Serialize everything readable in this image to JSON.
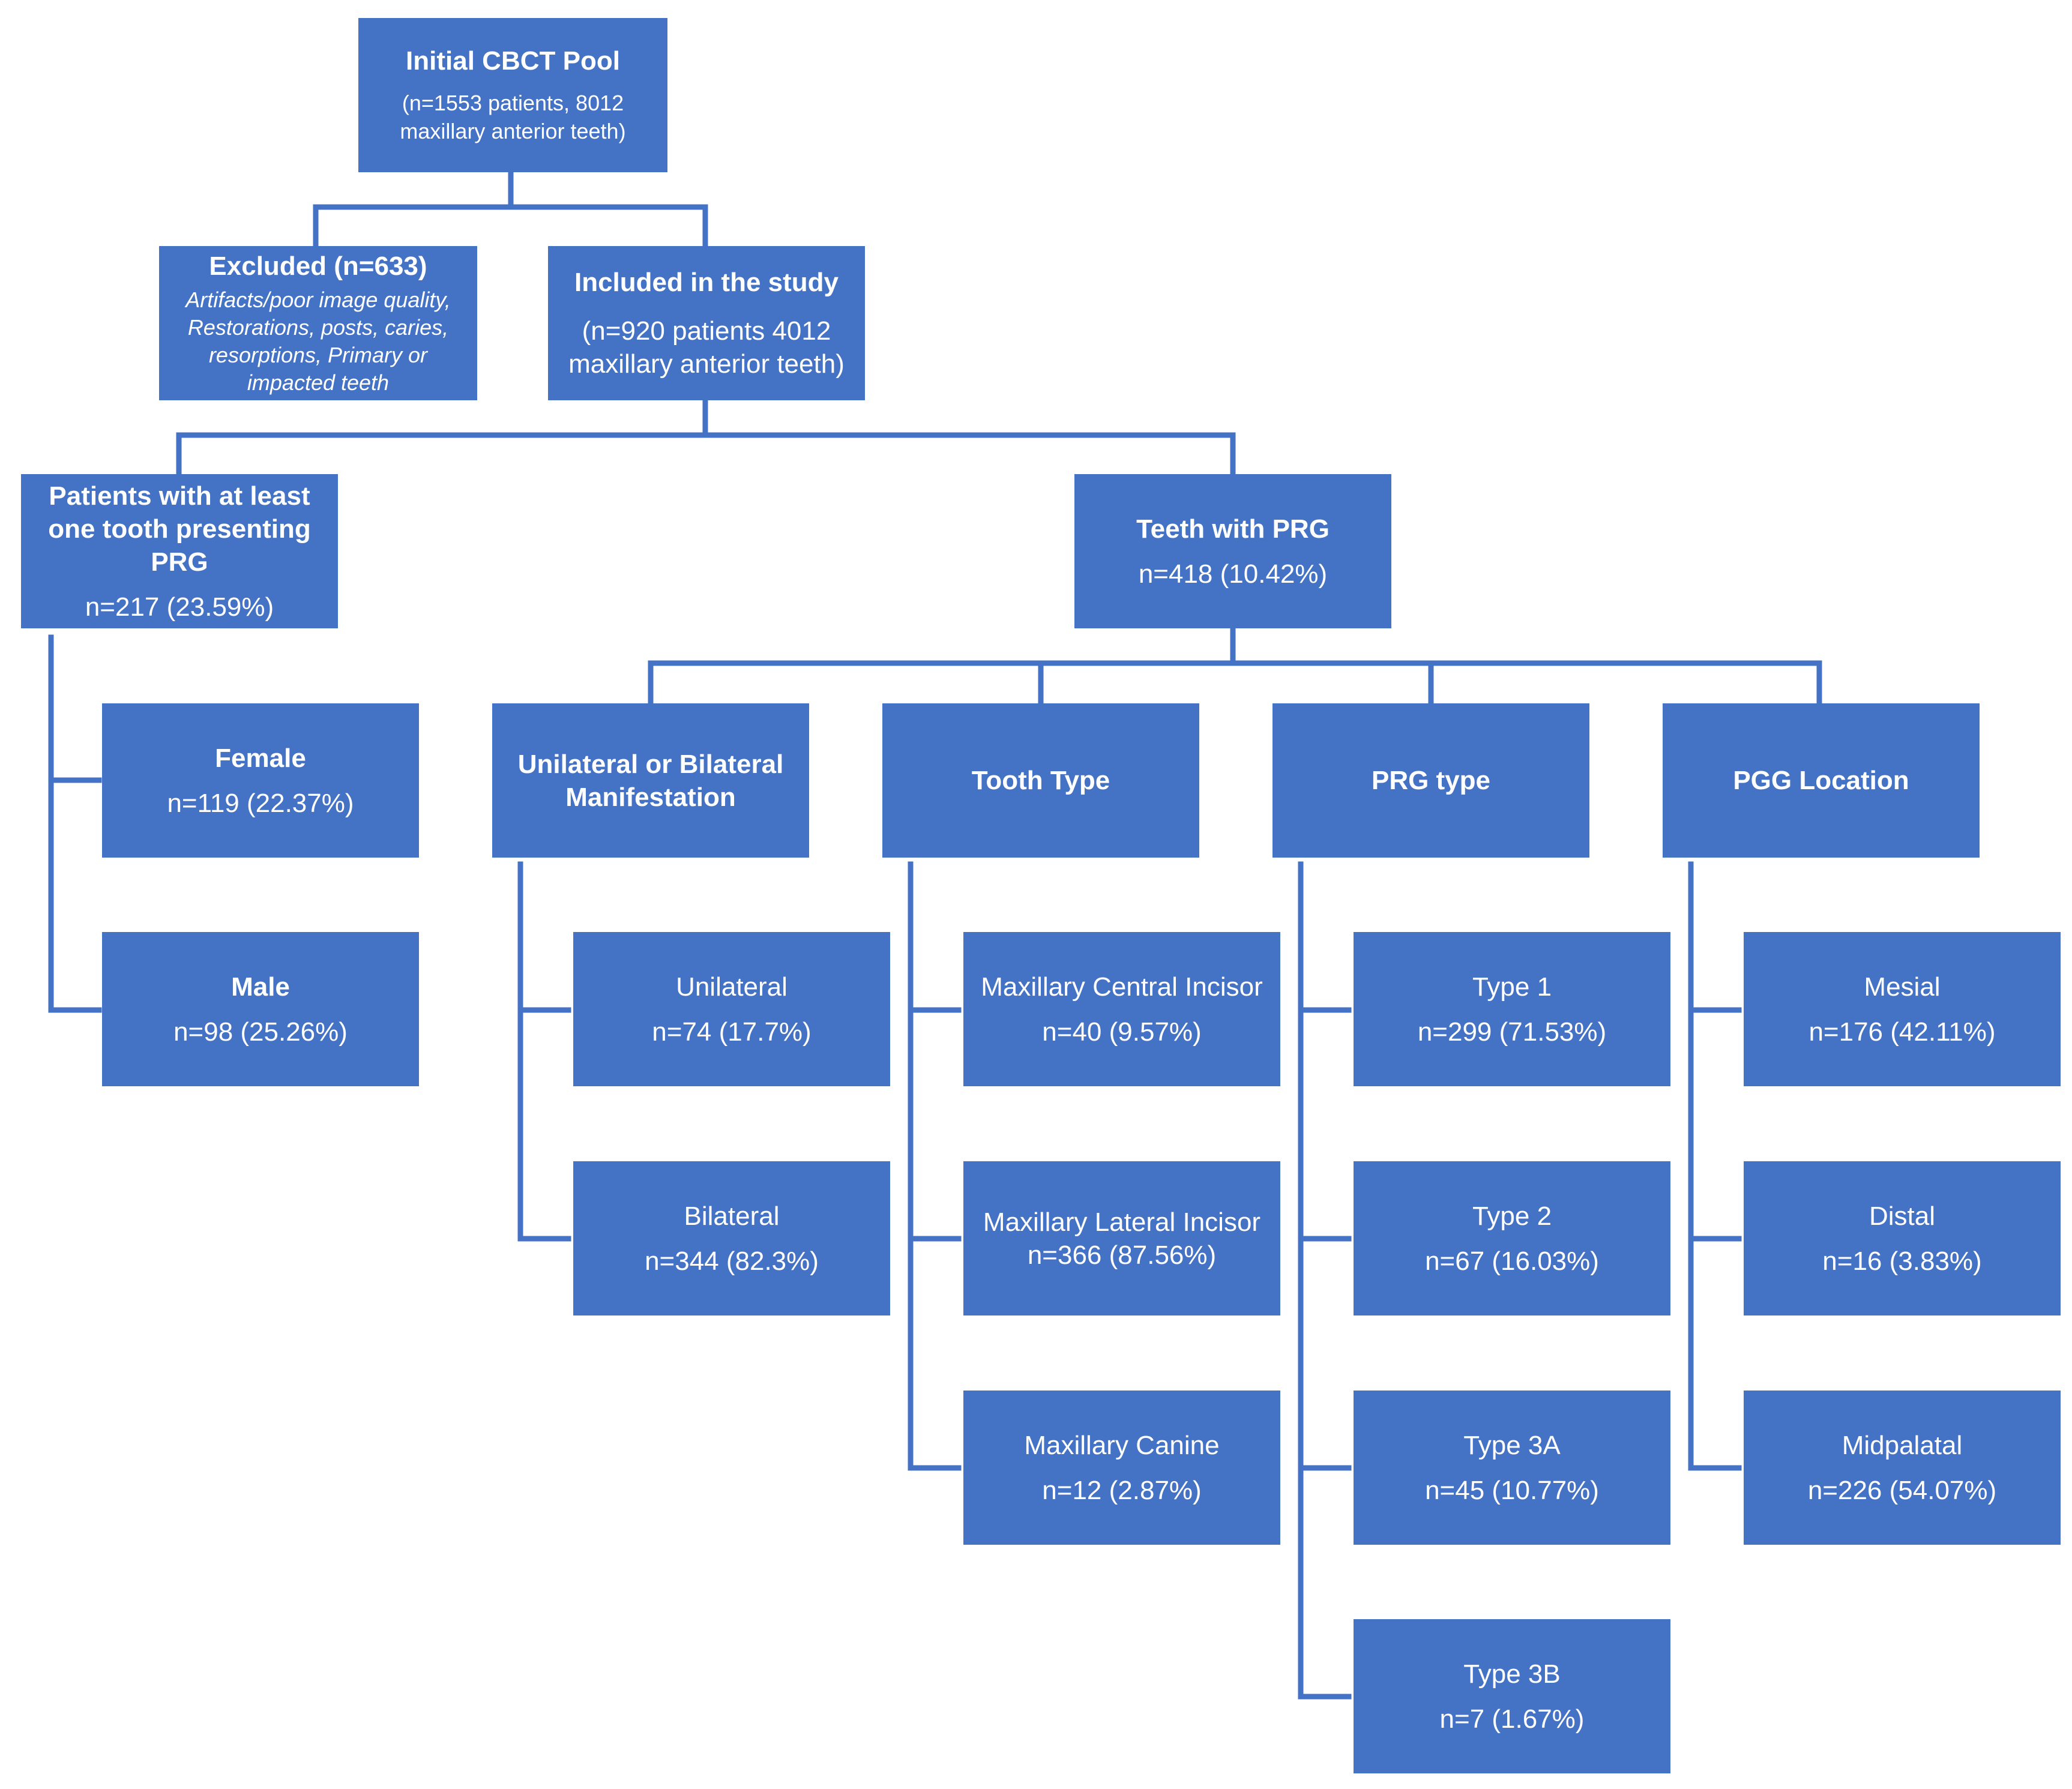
{
  "colors": {
    "box": "#4472C4",
    "text": "#ffffff",
    "line": "#4472C4"
  },
  "root": {
    "title": "Initial CBCT Pool",
    "detail": "(n=1553 patients, 8012 maxillary anterior teeth)"
  },
  "excluded": {
    "title": "Excluded (n=633)",
    "reasons": "Artifacts/poor image quality, Restorations, posts, caries, resorptions, Primary or impacted teeth"
  },
  "included": {
    "title": "Included in the study",
    "detail": "(n=920 patients 4012 maxillary anterior teeth)"
  },
  "patients": {
    "title": "Patients with at least one tooth presenting PRG",
    "n": "n=217 (23.59%)"
  },
  "female": {
    "title": "Female",
    "n": "n=119 (22.37%)"
  },
  "male": {
    "title": "Male",
    "n": "n=98 (25.26%)"
  },
  "teeth": {
    "title": "Teeth with PRG",
    "n": "n=418 (10.42%)"
  },
  "categories": {
    "manifestation": "Unilateral or Bilateral Manifestation",
    "tooth_type": "Tooth Type",
    "prg_type": "PRG type",
    "location": "PGG Location"
  },
  "manifestation": [
    {
      "label": "Unilateral",
      "n": "n=74 (17.7%)"
    },
    {
      "label": "Bilateral",
      "n": "n=344 (82.3%)"
    }
  ],
  "tooth_type": [
    {
      "label": "Maxillary Central Incisor",
      "n": "n=40 (9.57%)"
    },
    {
      "label": "Maxillary Lateral Incisor",
      "n": "n=366 (87.56%)"
    },
    {
      "label": "Maxillary Canine",
      "n": "n=12 (2.87%)"
    }
  ],
  "prg_type": [
    {
      "label": "Type 1",
      "n": "n=299 (71.53%)"
    },
    {
      "label": "Type 2",
      "n": "n=67 (16.03%)"
    },
    {
      "label": "Type 3A",
      "n": "n=45 (10.77%)"
    },
    {
      "label": "Type 3B",
      "n": "n=7 (1.67%)"
    }
  ],
  "location": [
    {
      "label": "Mesial",
      "n": "n=176 (42.11%)"
    },
    {
      "label": "Distal",
      "n": "n=16 (3.83%)"
    },
    {
      "label": "Midpalatal",
      "n": "n=226 (54.07%)"
    }
  ]
}
